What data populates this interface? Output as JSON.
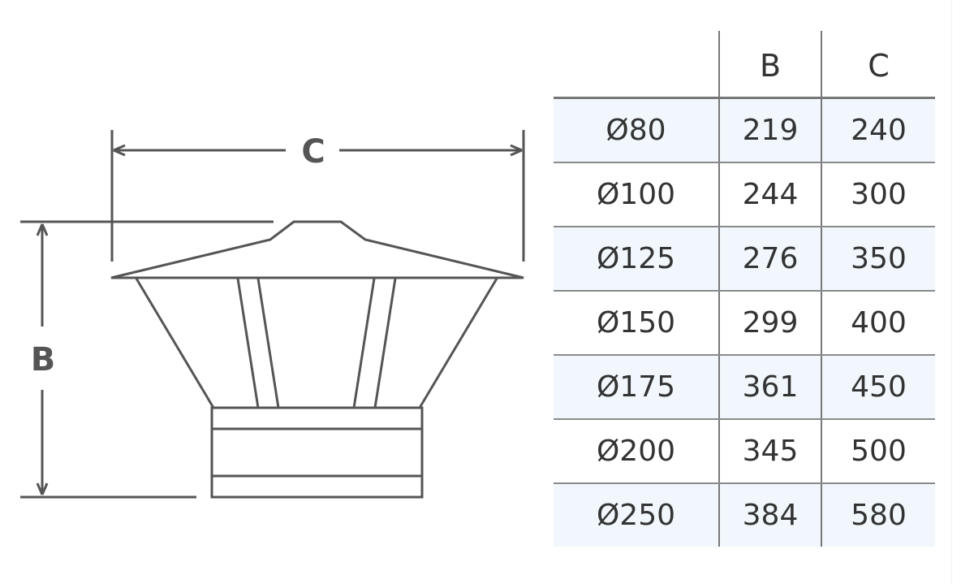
{
  "drawing": {
    "dimension_labels": {
      "width": "C",
      "height": "B"
    },
    "line_color": "#555555"
  },
  "table": {
    "headers": [
      "",
      "B",
      "C"
    ],
    "rows": [
      [
        "Ø80",
        "219",
        "240"
      ],
      [
        "Ø100",
        "244",
        "300"
      ],
      [
        "Ø125",
        "276",
        "350"
      ],
      [
        "Ø150",
        "299",
        "400"
      ],
      [
        "Ø175",
        "361",
        "450"
      ],
      [
        "Ø200",
        "345",
        "500"
      ],
      [
        "Ø250",
        "384",
        "580"
      ]
    ],
    "stripe_color": "#f1f7fc"
  }
}
